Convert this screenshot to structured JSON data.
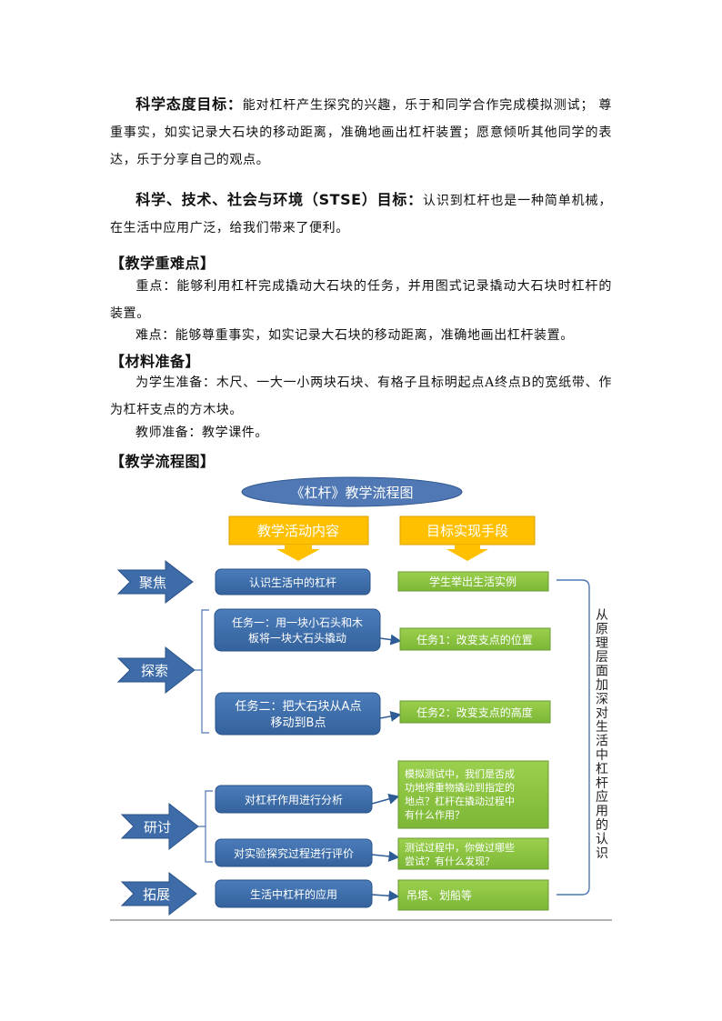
{
  "attitude": {
    "label": "科学态度目标：",
    "text": "能对杠杆产生探究的兴趣，乐于和同学合作完成模拟测试； 尊重事实，如实记录大石块的移动距离，准确地画出杠杆装置；愿意倾听其他同学的表达，乐于分享自己的观点。"
  },
  "stse": {
    "label": "科学、技术、社会与环境（STSE）目标：",
    "text": "认识到杠杆也是一种简单机械，在生活中应用广泛，给我们带来了便利。"
  },
  "key_points": {
    "heading": "【教学重难点】",
    "focus": "重点：能够利用杠杆完成撬动大石块的任务，并用图式记录撬动大石块时杠杆的装置。",
    "difficulty": "难点：能够尊重事实，如实记录大石块的移动距离，准确地画出杠杆装置。"
  },
  "materials": {
    "heading": "【材料准备】",
    "students": "为学生准备：木尺、一大一小两块石块、有格子且标明起点A终点B的宽纸带、作为杠杆支点的方木块。",
    "teacher": "教师准备：教学课件。"
  },
  "flow": {
    "heading": "【教学流程图】",
    "title": "《杠杆》教学流程图",
    "col_left": "教学活动内容",
    "col_right": "目标实现手段",
    "stages": [
      "聚焦",
      "探索",
      "研讨",
      "拓展"
    ],
    "activities": [
      [
        "认识生活中的杠杆"
      ],
      [
        "任务一：用一块小石头和木",
        "板将一块大石头撬动"
      ],
      [
        "任务二：把大石块从A点",
        "移动到B点"
      ],
      [
        "对杠杆作用进行分析"
      ],
      [
        "对实验探究过程进行评价"
      ],
      [
        "生活中杠杆的应用"
      ]
    ],
    "means": [
      [
        "学生举出生活实例"
      ],
      [
        "任务1：改变支点的位置"
      ],
      [
        "任务2：改变支点的高度"
      ],
      [
        "模拟测试中，我们是否成",
        "功地将重物撬动到指定的",
        "地点？杠杆在撬动过程中",
        "有什么作用？"
      ],
      [
        "测试过程中，你做过哪些",
        "尝试？有什么发现？"
      ],
      [
        "吊塔、划船等"
      ]
    ],
    "side_note": "从原理层面加深对生活中杠杆应用的认识",
    "colors": {
      "blue_box": "#3f6fab",
      "green_box": "#8ac43f",
      "orange_box": "#ffc000",
      "ellipse": "#4f78b5"
    }
  }
}
